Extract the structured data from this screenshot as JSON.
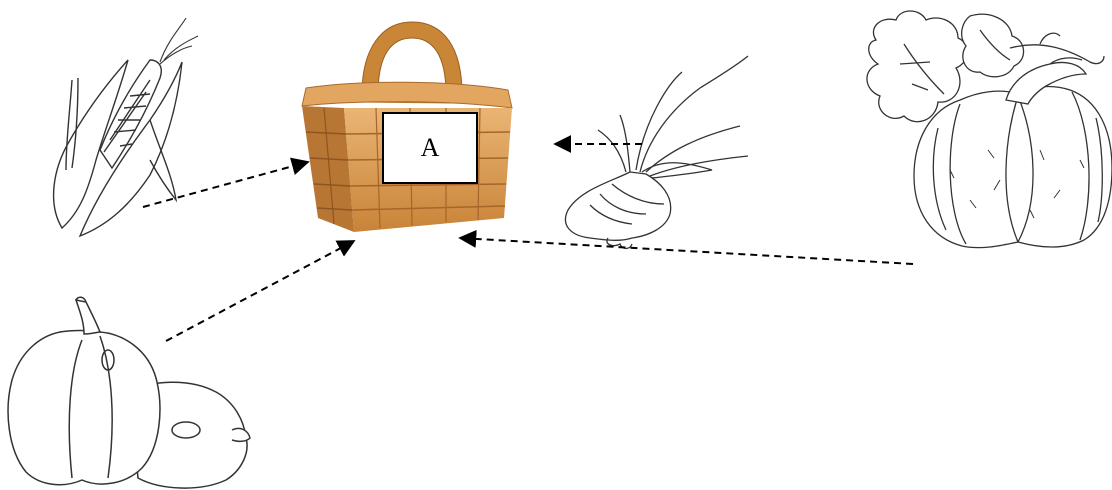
{
  "basket_label": "A",
  "colors": {
    "line": "#000000",
    "basket_light": "#E3A862",
    "basket_mid": "#D08F45",
    "basket_dark": "#A7652A",
    "outline": "#333333"
  },
  "items": [
    {
      "name": "corn",
      "icon": "corn-icon"
    },
    {
      "name": "bell-pepper",
      "icon": "bell-pepper-icon"
    },
    {
      "name": "onion",
      "icon": "onion-icon"
    },
    {
      "name": "pumpkin",
      "icon": "pumpkin-icon"
    },
    {
      "name": "basket",
      "icon": "basket-icon"
    }
  ]
}
